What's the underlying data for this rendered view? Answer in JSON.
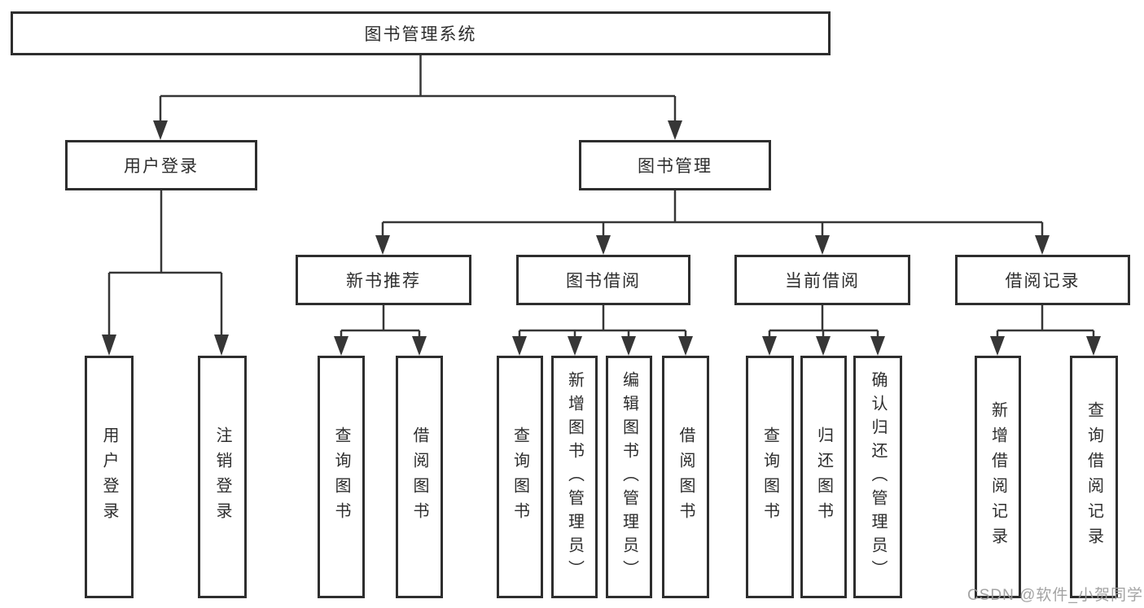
{
  "diagram_title": "图书管理系统",
  "tree": {
    "root": "图书管理系统",
    "children": [
      {
        "label": "用户登录",
        "children": [
          {
            "label": "用户登录"
          },
          {
            "label": "注销登录"
          }
        ]
      },
      {
        "label": "图书管理",
        "children": [
          {
            "label": "新书推荐",
            "children": [
              {
                "label": "查询图书"
              },
              {
                "label": "借阅图书"
              }
            ]
          },
          {
            "label": "图书借阅",
            "children": [
              {
                "label": "查询图书"
              },
              {
                "label": "新增图书（管理员）"
              },
              {
                "label": "编辑图书（管理员）"
              },
              {
                "label": "借阅图书"
              }
            ]
          },
          {
            "label": "当前借阅",
            "children": [
              {
                "label": "查询图书"
              },
              {
                "label": "归还图书"
              },
              {
                "label": "确认归还（管理员）"
              }
            ]
          },
          {
            "label": "借阅记录",
            "children": [
              {
                "label": "新增借阅记录"
              },
              {
                "label": "查询借阅记录"
              }
            ]
          }
        ]
      }
    ]
  },
  "watermark": "CSDN @软件_小贺同学",
  "colors": {
    "line": "#363636",
    "box_border": "#2e2e2e",
    "text": "#2d2d2d",
    "watermark": "#9b9b9b",
    "background": "#ffffff"
  }
}
